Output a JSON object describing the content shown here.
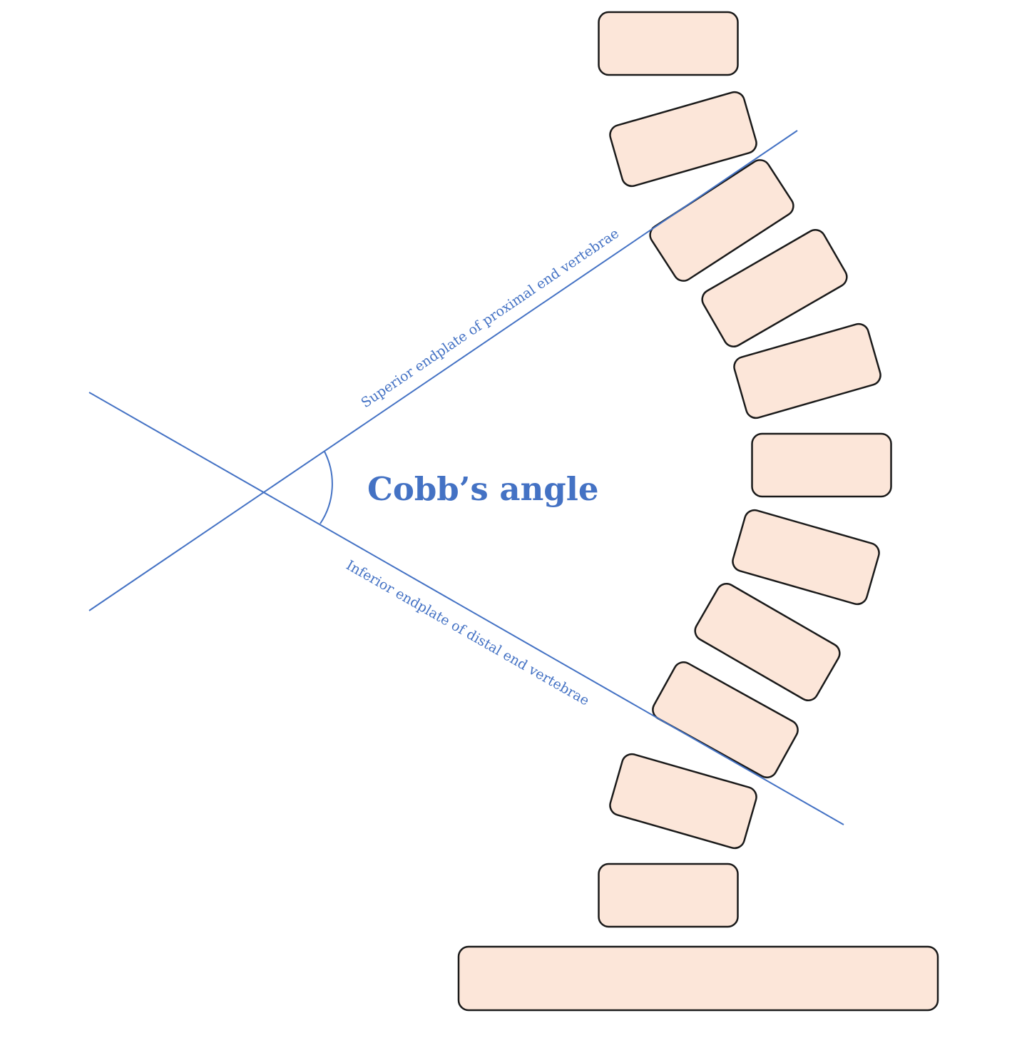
{
  "diagram": {
    "title": "Cobb’s angle",
    "upper_line_label": "Superior endplate of proximal end vertebrae",
    "lower_line_label": "Inferior endplate of distal end vertebrae",
    "colors": {
      "line": "#4472c4",
      "vertebra_fill": "#fce6d9",
      "vertebra_stroke": "#1a1a1a"
    }
  }
}
